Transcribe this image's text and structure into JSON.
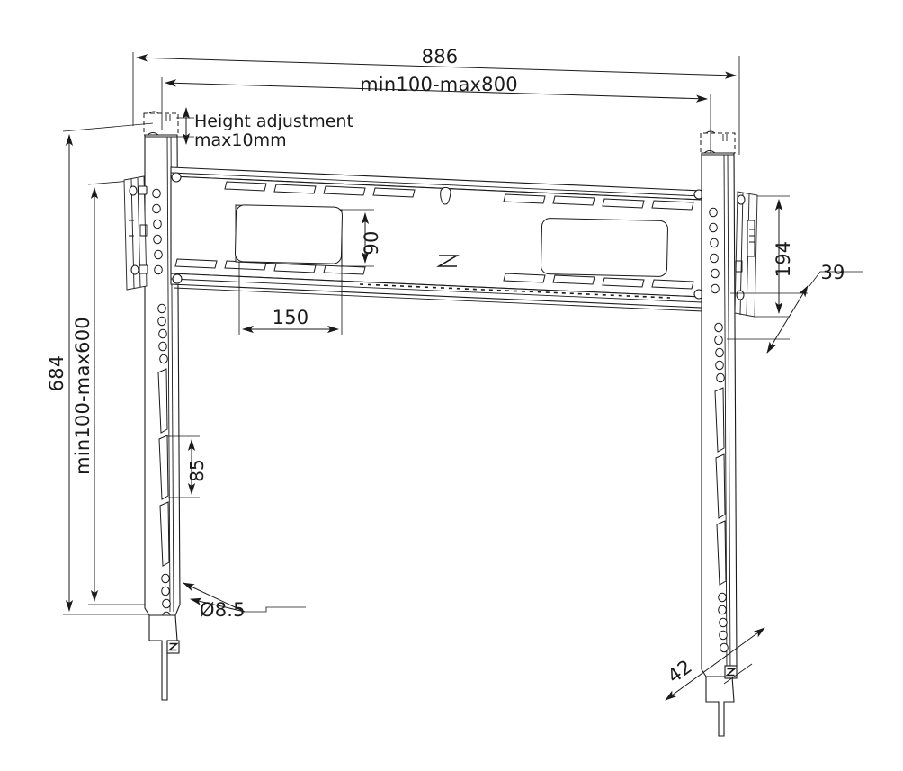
{
  "drawing": {
    "title": "TV wall mount bracket technical dimension drawing",
    "units": "mm",
    "line_color": "#1a1a1a",
    "background": "#ffffff"
  },
  "dimensions": {
    "overall_width": "886",
    "horizontal_adjust_range": "min100-max800",
    "height_adjust_note_line1": "Height adjustment",
    "height_adjust_note_line2": "max10mm",
    "overall_height": "684",
    "vertical_adjust_range": "min100-max600",
    "plate_cutout_height": "90",
    "plate_cutout_width": "150",
    "slot_pitch": "85",
    "hole_diameter": "Ø8.5",
    "wallplate_height": "194",
    "depth_small": "39",
    "depth_rail": "42"
  },
  "labels": {
    "brand_mark": "N"
  }
}
